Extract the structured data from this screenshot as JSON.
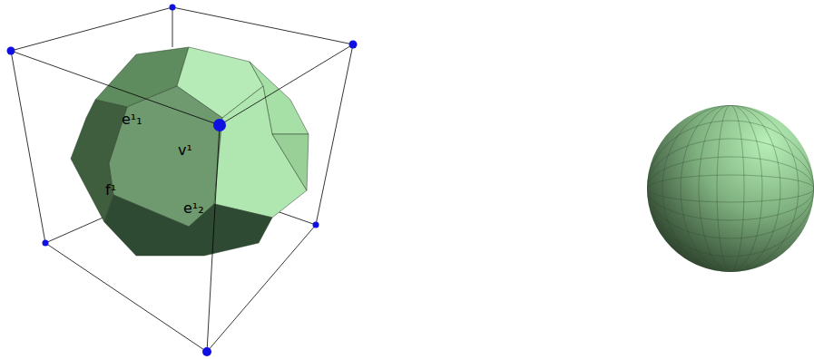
{
  "diagram": {
    "labels": [
      "e¹₁",
      "v¹",
      "f¹",
      "e¹₂"
    ]
  }
}
